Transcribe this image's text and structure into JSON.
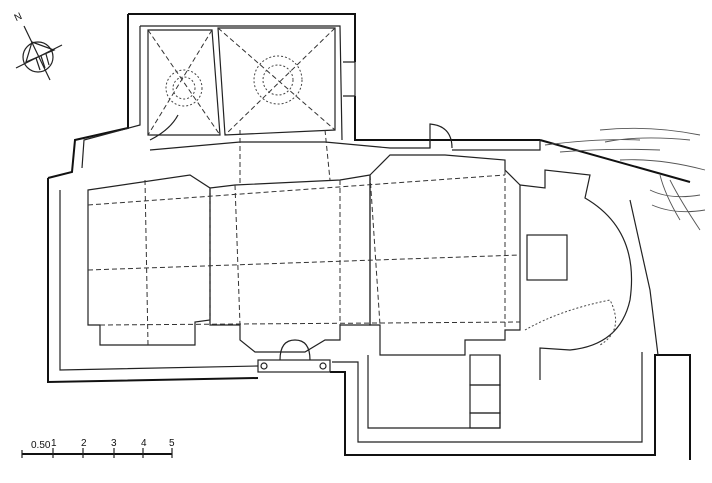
{
  "north_arrow": {
    "label": "N",
    "icon": "north-arrow-icon"
  },
  "scale_bar": {
    "labels": [
      "0.50",
      "1",
      "2",
      "3",
      "4",
      "5"
    ]
  },
  "colors": {
    "ink": "#111111",
    "background": "#ffffff"
  }
}
